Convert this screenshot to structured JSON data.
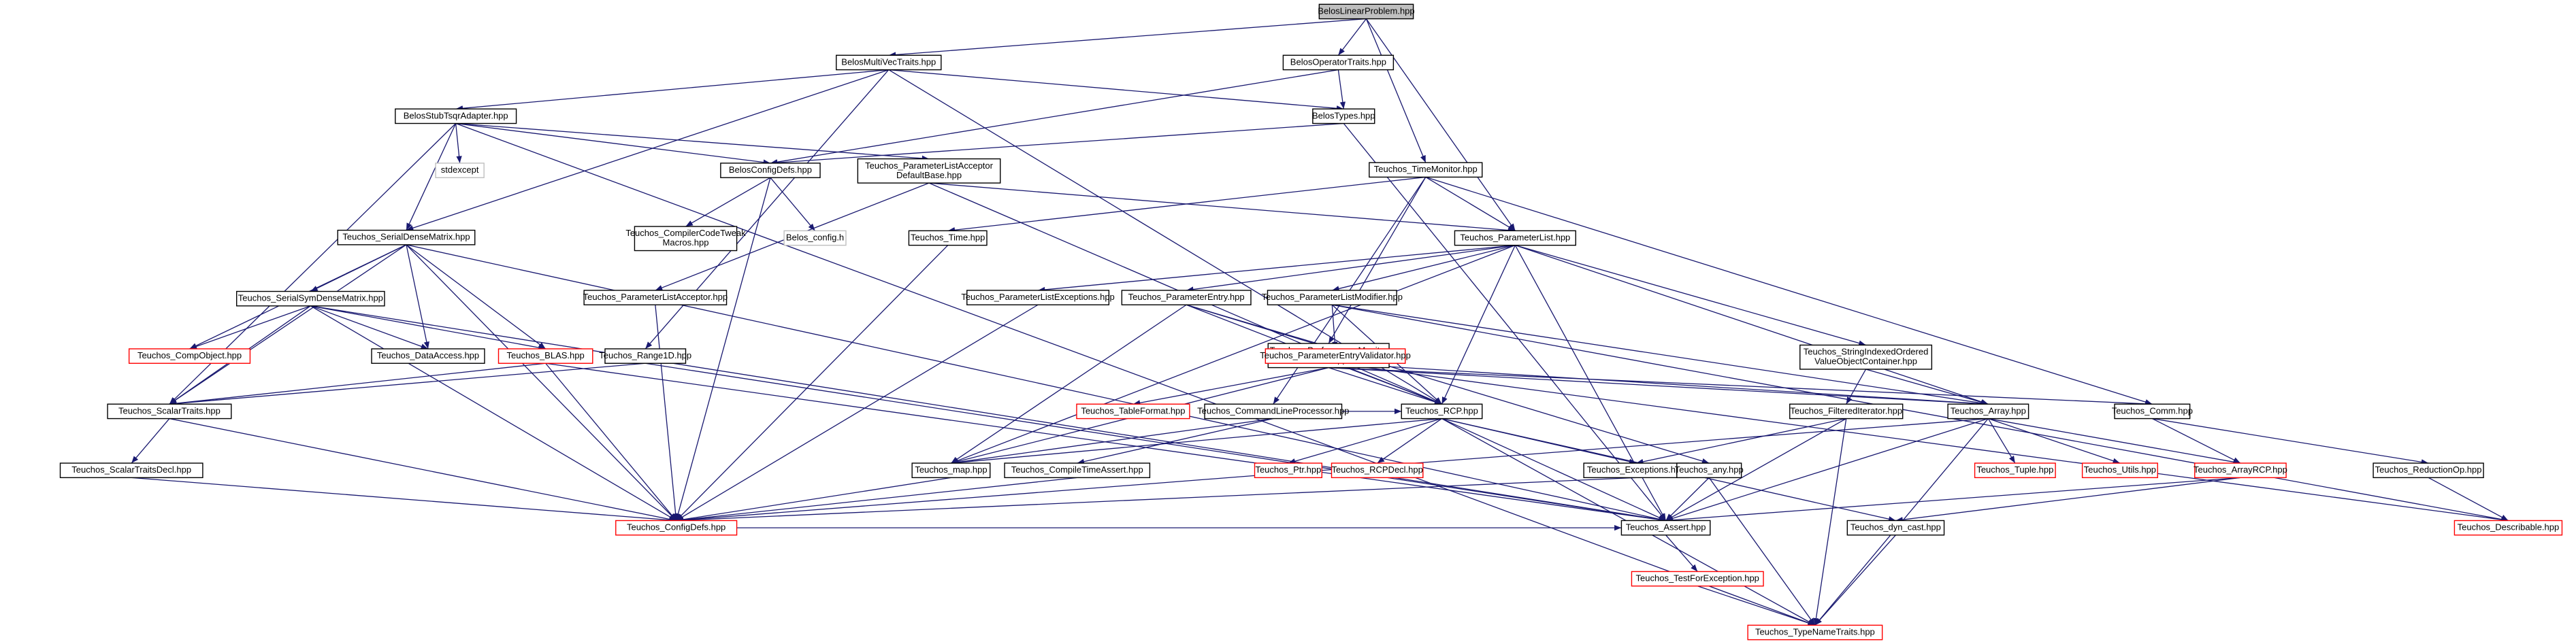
{
  "title": "BelosLinearProblem.hpp",
  "nodes": [
    {
      "id": "root",
      "lines": [
        "BelosLinearProblem.hpp"
      ],
      "style": "root"
    },
    {
      "id": "mvt",
      "lines": [
        "BelosMultiVecTraits.hpp"
      ],
      "style": "normal"
    },
    {
      "id": "opt",
      "lines": [
        "BelosOperatorTraits.hpp"
      ],
      "style": "normal"
    },
    {
      "id": "bstub",
      "lines": [
        "BelosStubTsqrAdapter.hpp"
      ],
      "style": "normal"
    },
    {
      "id": "btypes",
      "lines": [
        "BelosTypes.hpp"
      ],
      "style": "normal"
    },
    {
      "id": "stdexcept",
      "lines": [
        "stdexcept"
      ],
      "style": "gray"
    },
    {
      "id": "bconfig",
      "lines": [
        "BelosConfigDefs.hpp"
      ],
      "style": "normal"
    },
    {
      "id": "plad",
      "lines": [
        "Teuchos_ParameterListAcceptor",
        "DefaultBase.hpp"
      ],
      "style": "normal"
    },
    {
      "id": "timemon",
      "lines": [
        "Teuchos_TimeMonitor.hpp"
      ],
      "style": "normal"
    },
    {
      "id": "ccm",
      "lines": [
        "Teuchos_CompilerCodeTweak",
        "Macros.hpp"
      ],
      "style": "normal"
    },
    {
      "id": "bconfigh",
      "lines": [
        "Belos_config.h"
      ],
      "style": "gray"
    },
    {
      "id": "sdm",
      "lines": [
        "Teuchos_SerialDenseMatrix.hpp"
      ],
      "style": "normal"
    },
    {
      "id": "ttime",
      "lines": [
        "Teuchos_Time.hpp"
      ],
      "style": "normal"
    },
    {
      "id": "plist",
      "lines": [
        "Teuchos_ParameterList.hpp"
      ],
      "style": "normal"
    },
    {
      "id": "ssdm",
      "lines": [
        "Teuchos_SerialSymDenseMatrix.hpp"
      ],
      "style": "normal"
    },
    {
      "id": "pla",
      "lines": [
        "Teuchos_ParameterListAcceptor.hpp"
      ],
      "style": "normal"
    },
    {
      "id": "plex",
      "lines": [
        "Teuchos_ParameterListExceptions.hpp"
      ],
      "style": "normal"
    },
    {
      "id": "pentry",
      "lines": [
        "Teuchos_ParameterEntry.hpp"
      ],
      "style": "normal"
    },
    {
      "id": "plmod",
      "lines": [
        "Teuchos_ParameterListModifier.hpp"
      ],
      "style": "normal"
    },
    {
      "id": "compobj",
      "lines": [
        "Teuchos_CompObject.hpp"
      ],
      "style": "red"
    },
    {
      "id": "dataacc",
      "lines": [
        "Teuchos_DataAccess.hpp"
      ],
      "style": "normal"
    },
    {
      "id": "blas",
      "lines": [
        "Teuchos_BLAS.hpp"
      ],
      "style": "red"
    },
    {
      "id": "range1d",
      "lines": [
        "Teuchos_Range1D.hpp"
      ],
      "style": "normal"
    },
    {
      "id": "perfmon",
      "lines": [
        "Teuchos_PerformanceMonitor",
        "Base.hpp"
      ],
      "style": "normal"
    },
    {
      "id": "pev",
      "lines": [
        "Teuchos_ParameterEntryValidator.hpp"
      ],
      "style": "red"
    },
    {
      "id": "sio",
      "lines": [
        "Teuchos_StringIndexedOrdered",
        "ValueObjectContainer.hpp"
      ],
      "style": "normal"
    },
    {
      "id": "scalartraits",
      "lines": [
        "Teuchos_ScalarTraits.hpp"
      ],
      "style": "normal"
    },
    {
      "id": "tablefmt",
      "lines": [
        "Teuchos_TableFormat.hpp"
      ],
      "style": "red"
    },
    {
      "id": "clp",
      "lines": [
        "Teuchos_CommandLineProcessor.hpp"
      ],
      "style": "normal"
    },
    {
      "id": "rcp",
      "lines": [
        "Teuchos_RCP.hpp"
      ],
      "style": "normal"
    },
    {
      "id": "filtiter",
      "lines": [
        "Teuchos_FilteredIterator.hpp"
      ],
      "style": "normal"
    },
    {
      "id": "array",
      "lines": [
        "Teuchos_Array.hpp"
      ],
      "style": "normal"
    },
    {
      "id": "comm",
      "lines": [
        "Teuchos_Comm.hpp"
      ],
      "style": "normal"
    },
    {
      "id": "stdecl",
      "lines": [
        "Teuchos_ScalarTraitsDecl.hpp"
      ],
      "style": "normal"
    },
    {
      "id": "map",
      "lines": [
        "Teuchos_map.hpp"
      ],
      "style": "normal"
    },
    {
      "id": "cta",
      "lines": [
        "Teuchos_CompileTimeAssert.hpp"
      ],
      "style": "normal"
    },
    {
      "id": "ptr",
      "lines": [
        "Teuchos_Ptr.hpp"
      ],
      "style": "red"
    },
    {
      "id": "rcpdecl",
      "lines": [
        "Teuchos_RCPDecl.hpp"
      ],
      "style": "red"
    },
    {
      "id": "exceptions",
      "lines": [
        "Teuchos_Exceptions.hpp"
      ],
      "style": "normal"
    },
    {
      "id": "any",
      "lines": [
        "Teuchos_any.hpp"
      ],
      "style": "normal"
    },
    {
      "id": "tuple",
      "lines": [
        "Teuchos_Tuple.hpp"
      ],
      "style": "red"
    },
    {
      "id": "utils",
      "lines": [
        "Teuchos_Utils.hpp"
      ],
      "style": "red"
    },
    {
      "id": "arrayrcp",
      "lines": [
        "Teuchos_ArrayRCP.hpp"
      ],
      "style": "red"
    },
    {
      "id": "redop",
      "lines": [
        "Teuchos_ReductionOp.hpp"
      ],
      "style": "normal"
    },
    {
      "id": "configdefs",
      "lines": [
        "Teuchos_ConfigDefs.hpp"
      ],
      "style": "red"
    },
    {
      "id": "assert",
      "lines": [
        "Teuchos_Assert.hpp"
      ],
      "style": "normal"
    },
    {
      "id": "dyncast",
      "lines": [
        "Teuchos_dyn_cast.hpp"
      ],
      "style": "normal"
    },
    {
      "id": "describable",
      "lines": [
        "Teuchos_Describable.hpp"
      ],
      "style": "red"
    },
    {
      "id": "testforex",
      "lines": [
        "Teuchos_TestForException.hpp"
      ],
      "style": "red"
    },
    {
      "id": "typename",
      "lines": [
        "Teuchos_TypeNameTraits.hpp"
      ],
      "style": "red"
    }
  ],
  "edges": [
    [
      "root",
      "mvt"
    ],
    [
      "root",
      "opt"
    ],
    [
      "root",
      "timemon"
    ],
    [
      "root",
      "plist"
    ],
    [
      "mvt",
      "btypes"
    ],
    [
      "mvt",
      "bstub"
    ],
    [
      "mvt",
      "sdm"
    ],
    [
      "mvt",
      "range1d"
    ],
    [
      "mvt",
      "rcp"
    ],
    [
      "opt",
      "btypes"
    ],
    [
      "opt",
      "bconfig"
    ],
    [
      "btypes",
      "bconfig"
    ],
    [
      "btypes",
      "assert"
    ],
    [
      "bstub",
      "stdexcept"
    ],
    [
      "bstub",
      "bconfig"
    ],
    [
      "bstub",
      "plad"
    ],
    [
      "bstub",
      "sdm"
    ],
    [
      "bstub",
      "scalartraits"
    ],
    [
      "bstub",
      "typename"
    ],
    [
      "bconfig",
      "ccm"
    ],
    [
      "bconfig",
      "bconfigh"
    ],
    [
      "bconfig",
      "configdefs"
    ],
    [
      "plad",
      "plist"
    ],
    [
      "plad",
      "pla"
    ],
    [
      "plad",
      "rcp"
    ],
    [
      "timemon",
      "ttime"
    ],
    [
      "timemon",
      "plist"
    ],
    [
      "timemon",
      "perfmon"
    ],
    [
      "timemon",
      "comm"
    ],
    [
      "timemon",
      "clp"
    ],
    [
      "sdm",
      "ssdm"
    ],
    [
      "sdm",
      "compobj"
    ],
    [
      "sdm",
      "dataacc"
    ],
    [
      "sdm",
      "blas"
    ],
    [
      "sdm",
      "scalartraits"
    ],
    [
      "sdm",
      "configdefs"
    ],
    [
      "sdm",
      "assert"
    ],
    [
      "ttime",
      "configdefs"
    ],
    [
      "plist",
      "plex"
    ],
    [
      "plist",
      "pentry"
    ],
    [
      "plist",
      "plmod"
    ],
    [
      "plist",
      "sio"
    ],
    [
      "plist",
      "array"
    ],
    [
      "plist",
      "rcp"
    ],
    [
      "plist",
      "map"
    ],
    [
      "plist",
      "assert"
    ],
    [
      "ssdm",
      "compobj"
    ],
    [
      "ssdm",
      "dataacc"
    ],
    [
      "ssdm",
      "blas"
    ],
    [
      "ssdm",
      "scalartraits"
    ],
    [
      "ssdm",
      "configdefs"
    ],
    [
      "ssdm",
      "assert"
    ],
    [
      "pla",
      "configdefs"
    ],
    [
      "plex",
      "configdefs"
    ],
    [
      "pentry",
      "pev"
    ],
    [
      "pentry",
      "rcp"
    ],
    [
      "pentry",
      "any"
    ],
    [
      "pentry",
      "map"
    ],
    [
      "plmod",
      "pev"
    ],
    [
      "plmod",
      "rcp"
    ],
    [
      "plmod",
      "array"
    ],
    [
      "plmod",
      "describable"
    ],
    [
      "blas",
      "scalartraits"
    ],
    [
      "blas",
      "configdefs"
    ],
    [
      "blas",
      "assert"
    ],
    [
      "range1d",
      "scalartraits"
    ],
    [
      "range1d",
      "assert"
    ],
    [
      "perfmon",
      "tablefmt"
    ],
    [
      "perfmon",
      "rcp"
    ],
    [
      "perfmon",
      "array"
    ],
    [
      "perfmon",
      "comm"
    ],
    [
      "perfmon",
      "map"
    ],
    [
      "pev",
      "rcp"
    ],
    [
      "pev",
      "array"
    ],
    [
      "pev",
      "describable"
    ],
    [
      "sio",
      "filtiter"
    ],
    [
      "sio",
      "array"
    ],
    [
      "scalartraits",
      "stdecl"
    ],
    [
      "scalartraits",
      "configdefs"
    ],
    [
      "clp",
      "rcp"
    ],
    [
      "clp",
      "cta"
    ],
    [
      "clp",
      "map"
    ],
    [
      "rcp",
      "ptr"
    ],
    [
      "rcp",
      "rcpdecl"
    ],
    [
      "rcp",
      "exceptions"
    ],
    [
      "rcp",
      "map"
    ],
    [
      "rcp",
      "dyncast"
    ],
    [
      "rcp",
      "assert"
    ],
    [
      "rcp",
      "typename"
    ],
    [
      "filtiter",
      "exceptions"
    ],
    [
      "filtiter",
      "assert"
    ],
    [
      "filtiter",
      "typename"
    ],
    [
      "array",
      "tuple"
    ],
    [
      "array",
      "utils"
    ],
    [
      "array",
      "arrayrcp"
    ],
    [
      "array",
      "assert"
    ],
    [
      "array",
      "configdefs"
    ],
    [
      "array",
      "typename"
    ],
    [
      "comm",
      "redop"
    ],
    [
      "comm",
      "arrayrcp"
    ],
    [
      "stdecl",
      "configdefs"
    ],
    [
      "map",
      "configdefs"
    ],
    [
      "cta",
      "configdefs"
    ],
    [
      "exceptions",
      "configdefs"
    ],
    [
      "any",
      "assert"
    ],
    [
      "any",
      "typename"
    ],
    [
      "arrayrcp",
      "assert"
    ],
    [
      "arrayrcp",
      "dyncast"
    ],
    [
      "redop",
      "describable"
    ],
    [
      "configdefs",
      "assert"
    ],
    [
      "assert",
      "testforex"
    ],
    [
      "dyncast",
      "typename"
    ],
    [
      "testforex",
      "typename"
    ]
  ]
}
